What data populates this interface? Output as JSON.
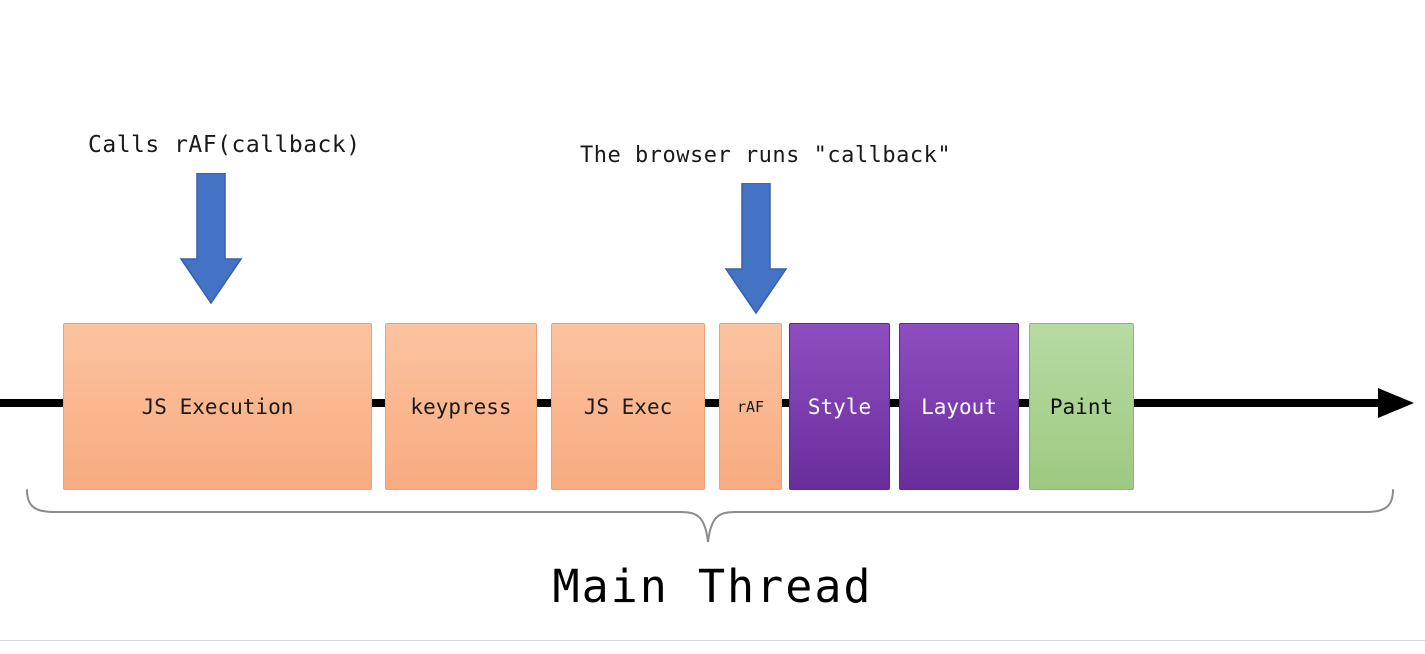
{
  "annotations": {
    "calls_raf": "Calls rAF(callback)",
    "browser_callback": "The browser runs \"callback\""
  },
  "timeline": {
    "blocks": [
      {
        "label": "JS Execution",
        "category": "javascript",
        "color": "#f9b088"
      },
      {
        "label": "keypress",
        "category": "javascript",
        "color": "#f9b088"
      },
      {
        "label": "JS Exec",
        "category": "javascript",
        "color": "#f9b088"
      },
      {
        "label": "rAF",
        "category": "javascript",
        "color": "#f9b088"
      },
      {
        "label": "Style",
        "category": "rendering",
        "color": "#7030a0"
      },
      {
        "label": "Layout",
        "category": "rendering",
        "color": "#7030a0"
      },
      {
        "label": "Paint",
        "category": "painting",
        "color": "#a9d18e"
      }
    ]
  },
  "brace_label": "Main Thread",
  "colors": {
    "arrow_blue": "#4472c4",
    "arrow_blue_border": "#3a5fa8",
    "block_orange": "#f9b088",
    "block_purple": "#7030a0",
    "block_green": "#a9d18e",
    "axis_black": "#000000",
    "brace_gray": "#8c8c8c"
  }
}
